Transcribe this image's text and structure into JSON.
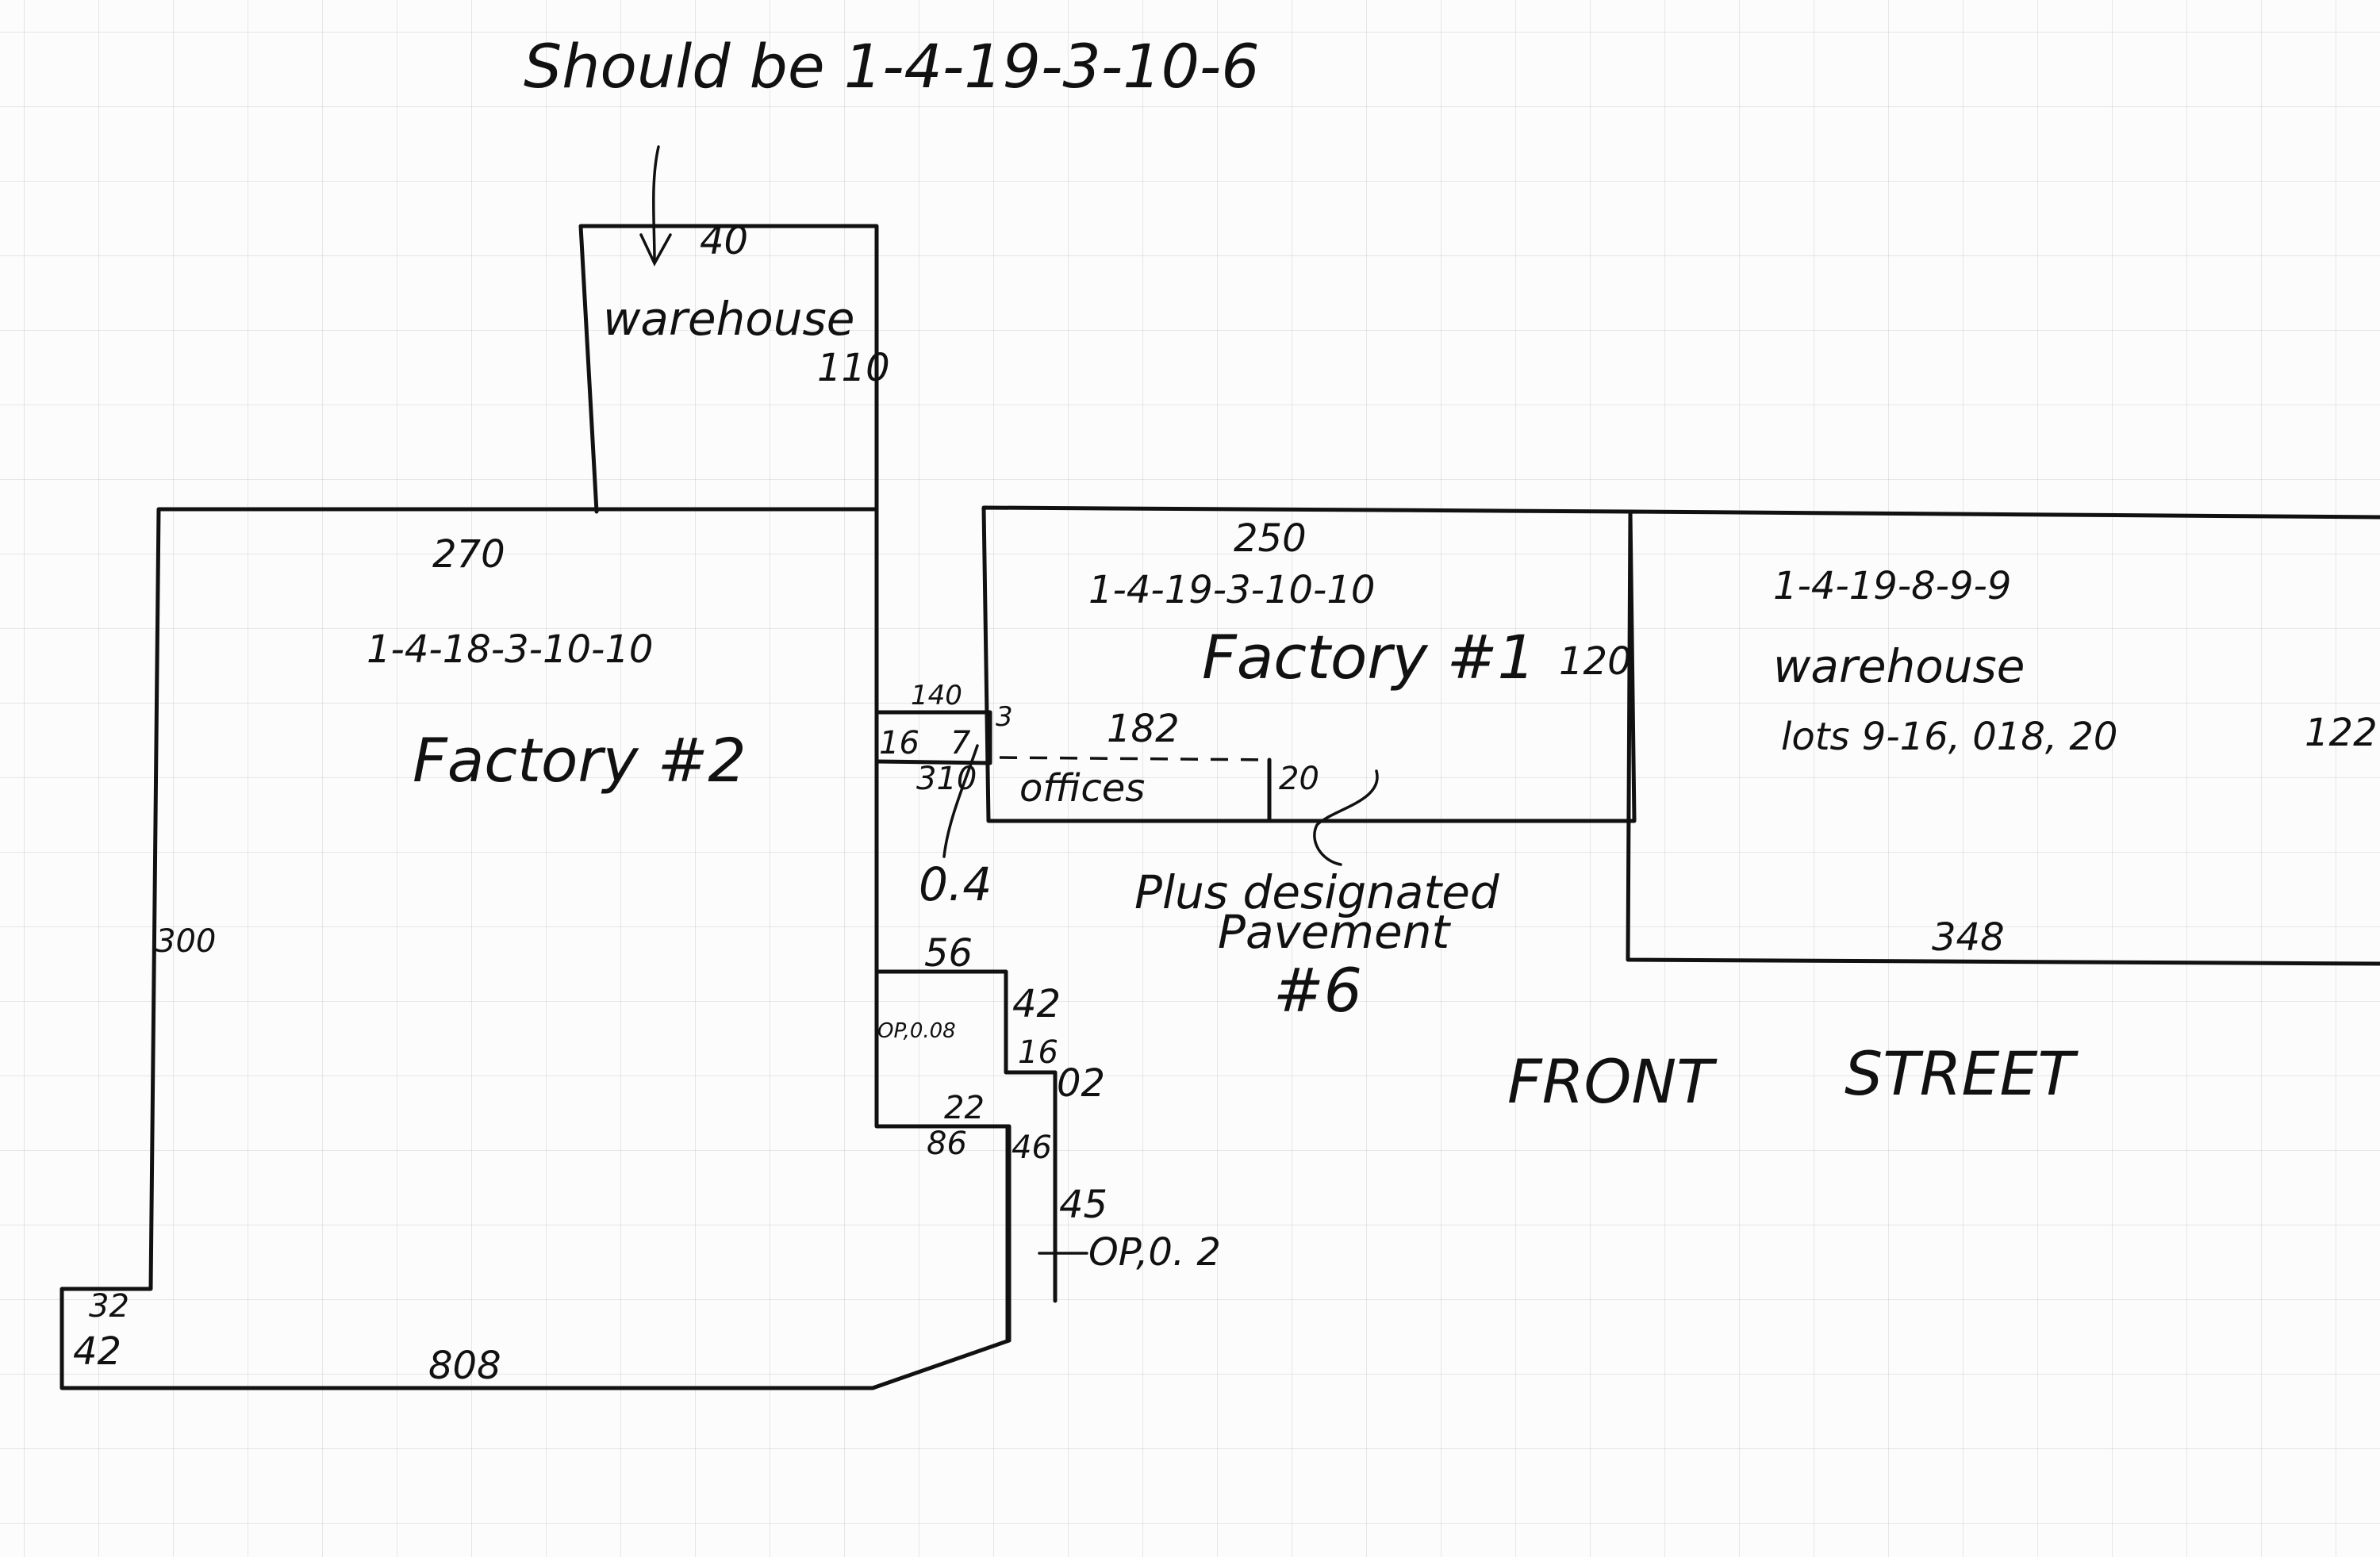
{
  "note": "Should be 1-4-19-3-10-6",
  "warehouse_top": {
    "dim_width": "40",
    "name": "warehouse",
    "dim_height": "110"
  },
  "factory2": {
    "dim_top": "270",
    "parcel_id": "1-4-18-3-10-10",
    "name": "Factory #2",
    "dim_left": "300",
    "dim_bottom": "808"
  },
  "factory1": {
    "dim_top": "250",
    "parcel_id": "1-4-19-3-10-10",
    "name": "Factory #1",
    "dim_right": "120"
  },
  "warehouse_right": {
    "parcel_id": "1-4-19-8-9-9",
    "name": "warehouse",
    "lots": "lots 9-16, 018, 20",
    "dim_right": "122",
    "dim_bottom": "348"
  },
  "offices": {
    "name": "offices",
    "dim_top": "182",
    "dim_right": "20"
  },
  "connector": {
    "dim_top": "140",
    "dim_left": "16",
    "dim_mid": "7",
    "dim_small": "3",
    "dim_bottom": "310"
  },
  "annotations": {
    "area_04": "0.4",
    "paved_note_line1": "Plus designated",
    "paved_note_line2": "Pavement",
    "paved_note_line3": "#6",
    "op_label": "OP,0. 2"
  },
  "lower_block": {
    "dim_top": "56",
    "label": "OP,0.08",
    "dim_right": "42",
    "dim_16": "16",
    "dim_02": "02",
    "dim_22": "22",
    "dim_86": "86",
    "dim_46": "46",
    "dim_45": "45"
  },
  "corner": {
    "dim_32": "32",
    "dim_42": "42"
  },
  "street": {
    "word1": "FRONT",
    "word2": "STREET"
  }
}
